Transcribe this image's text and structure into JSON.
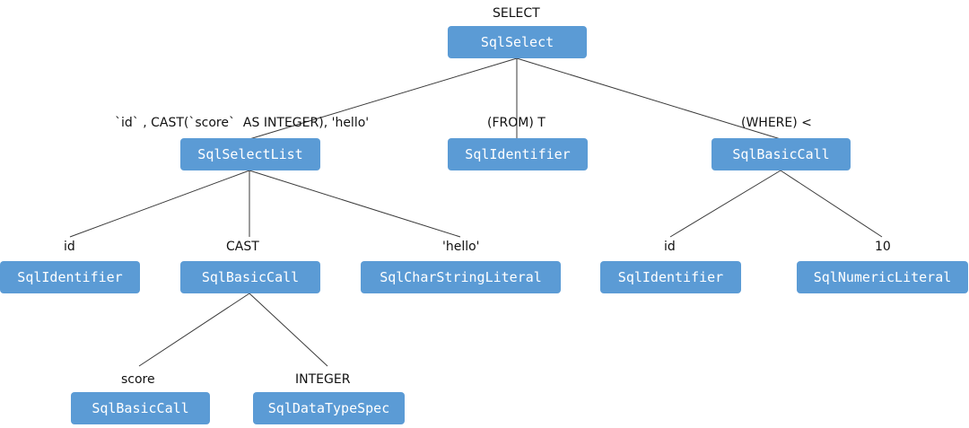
{
  "nodes": {
    "select": {
      "label": "SELECT",
      "type": "SqlSelect"
    },
    "select_list": {
      "label": "`id` , CAST(`score`  AS INTEGER), 'hello'",
      "type": "SqlSelectList"
    },
    "from": {
      "label": "(FROM) T",
      "type": "SqlIdentifier"
    },
    "where": {
      "label": "(WHERE) <",
      "type": "SqlBasicCall"
    },
    "id1": {
      "label": "id",
      "type": "SqlIdentifier"
    },
    "cast": {
      "label": "CAST",
      "type": "SqlBasicCall"
    },
    "hello": {
      "label": "'hello'",
      "type": "SqlCharStringLiteral"
    },
    "id2": {
      "label": "id",
      "type": "SqlIdentifier"
    },
    "num": {
      "label": "10",
      "type": "SqlNumericLiteral"
    },
    "score": {
      "label": "score",
      "type": "SqlBasicCall"
    },
    "integer": {
      "label": "INTEGER",
      "type": "SqlDataTypeSpec"
    }
  },
  "colors": {
    "node_fill": "#5b9bd5",
    "node_text": "#ffffff",
    "edge": "#3a3a3a"
  }
}
